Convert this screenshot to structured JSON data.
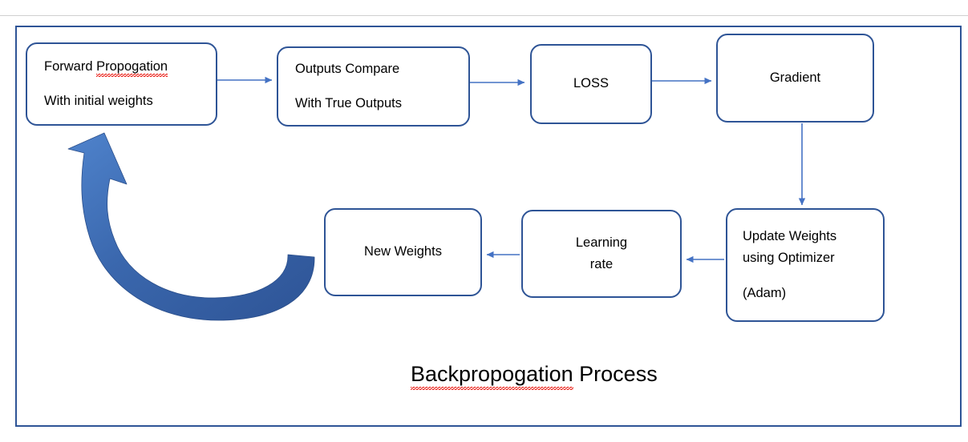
{
  "document": {
    "title": "Backpropogation Process",
    "page_rule": "page-top-rule"
  },
  "colors": {
    "node_border": "#2e5496",
    "frame_border": "#2e5496",
    "connector": "#4472c4",
    "cycle_arrow_dark": "#2e5496",
    "cycle_arrow_light": "#4472c4",
    "spellcheck_underline": "#e8140c",
    "background": "#ffffff",
    "text": "#000000"
  },
  "nodes": [
    {
      "id": "forward-propogation",
      "lines": [
        "Forward Propogation",
        "With initial weights"
      ],
      "misspelled_word": "Propogation",
      "align": "left"
    },
    {
      "id": "outputs-compare",
      "lines": [
        "Outputs Compare",
        "With True Outputs"
      ],
      "align": "left"
    },
    {
      "id": "loss",
      "lines": [
        "LOSS"
      ],
      "align": "center"
    },
    {
      "id": "gradient",
      "lines": [
        "Gradient"
      ],
      "align": "center"
    },
    {
      "id": "update-weights",
      "lines": [
        "Update Weights",
        "using Optimizer",
        "(Adam)"
      ],
      "align": "left"
    },
    {
      "id": "learning-rate",
      "lines": [
        "Learning",
        "rate"
      ],
      "align": "center"
    },
    {
      "id": "new-weights",
      "lines": [
        "New Weights"
      ],
      "align": "center"
    }
  ],
  "node_text": {
    "forward_line1": "Forward ",
    "forward_line1_misspelled": "Propogation",
    "forward_line2": "With initial weights",
    "outputs_line1": "Outputs Compare",
    "outputs_line2": "With True Outputs",
    "loss_label": "LOSS",
    "gradient_label": "Gradient",
    "update_line1": "Update Weights",
    "update_line2": "using Optimizer",
    "update_line3": "(Adam)",
    "learning_line1": "Learning",
    "learning_line2": "rate",
    "new_weights_label": "New Weights"
  },
  "title_parts": {
    "misspelled": "Backpropogation",
    "rest": " Process"
  },
  "connectors": [
    {
      "id": "forward-to-outputs",
      "from": "forward-propogation",
      "to": "outputs-compare",
      "direction": "right"
    },
    {
      "id": "outputs-to-loss",
      "from": "outputs-compare",
      "to": "loss",
      "direction": "right"
    },
    {
      "id": "loss-to-gradient",
      "from": "loss",
      "to": "gradient",
      "direction": "right"
    },
    {
      "id": "gradient-to-update",
      "from": "gradient",
      "to": "update-weights",
      "direction": "down"
    },
    {
      "id": "update-to-learning",
      "from": "update-weights",
      "to": "learning-rate",
      "direction": "left"
    },
    {
      "id": "learning-to-new-weights",
      "from": "learning-rate",
      "to": "new-weights",
      "direction": "left"
    },
    {
      "id": "new-weights-to-forward-cycle",
      "from": "new-weights",
      "to": "forward-propogation",
      "direction": "curved-up-left"
    }
  ]
}
